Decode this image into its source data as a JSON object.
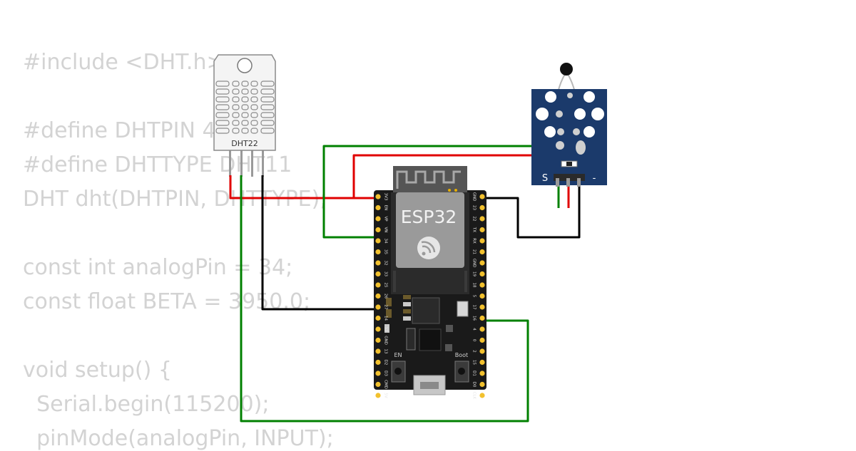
{
  "code": {
    "lines": [
      "#include <DHT.h>",
      "",
      "#define DHTPIN 4",
      "#define DHTTYPE DHT11",
      "DHT dht(DHTPIN, DHTTYPE);",
      "",
      "const int analogPin = 34;",
      "const float BETA = 3950.0;",
      "",
      "void setup() {",
      "  Serial.begin(115200);",
      "  pinMode(analogPin, INPUT);"
    ]
  },
  "dht22": {
    "label": "DHT22"
  },
  "esp32": {
    "title": "ESP32",
    "button_en": "EN",
    "button_boot": "Boot",
    "left_pins": [
      "3V3",
      "EN",
      "VP",
      "VN",
      "34",
      "35",
      "32",
      "33",
      "25",
      "26",
      "27",
      "14",
      "12",
      "GND",
      "13",
      "D2",
      "D3",
      "CMD",
      "5V"
    ],
    "right_pins": [
      "GND",
      "23",
      "22",
      "TX",
      "RX",
      "21",
      "GND",
      "19",
      "18",
      "5",
      "17",
      "16",
      "4",
      "0",
      "2",
      "15",
      "D1",
      "D0",
      "CLK"
    ]
  },
  "ntc": {
    "label_s": "S",
    "label_minus": "-"
  },
  "colors": {
    "code_text": "#d3d3d3",
    "wire_red": "#e00000",
    "wire_green": "#008000",
    "wire_black": "#000000",
    "board_black": "#1a1a1a",
    "pin_gold": "#f2c12e",
    "module_blue": "#1b3a6b"
  }
}
